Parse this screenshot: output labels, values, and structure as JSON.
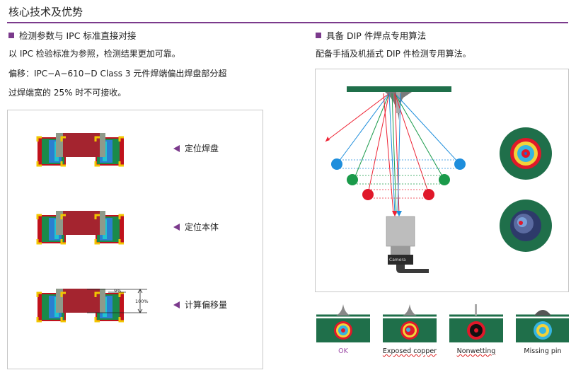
{
  "page_title": "核心技术及优势",
  "left": {
    "heading": "检测参数与 IPC 标准直接对接",
    "lines": [
      "以 IPC  检验标准为参照，检测结果更加可靠。",
      "偏移：IPC−A−610−D Class 3  元件焊端偏出焊盘部分超",
      "过焊端宽的 25%  时不可接收。"
    ],
    "steps": [
      {
        "label": "定位焊盘"
      },
      {
        "label": "定位本体"
      },
      {
        "label": "计算偏移量"
      }
    ],
    "measure": {
      "small": "9%",
      "big": "100%"
    }
  },
  "right": {
    "heading": "具备 DIP 件焊点专用算法",
    "line": "配备手插及机插式  DIP  件检测专用算法。",
    "camera_label": "Camera",
    "cases": [
      {
        "label": "OK"
      },
      {
        "label": "Exposed copper"
      },
      {
        "label": "Nonwetting"
      },
      {
        "label": "Missing pin"
      }
    ]
  },
  "colors": {
    "accent": "#7b3a8c",
    "pcb": "#1f6f4a",
    "body": "#a4242f"
  }
}
